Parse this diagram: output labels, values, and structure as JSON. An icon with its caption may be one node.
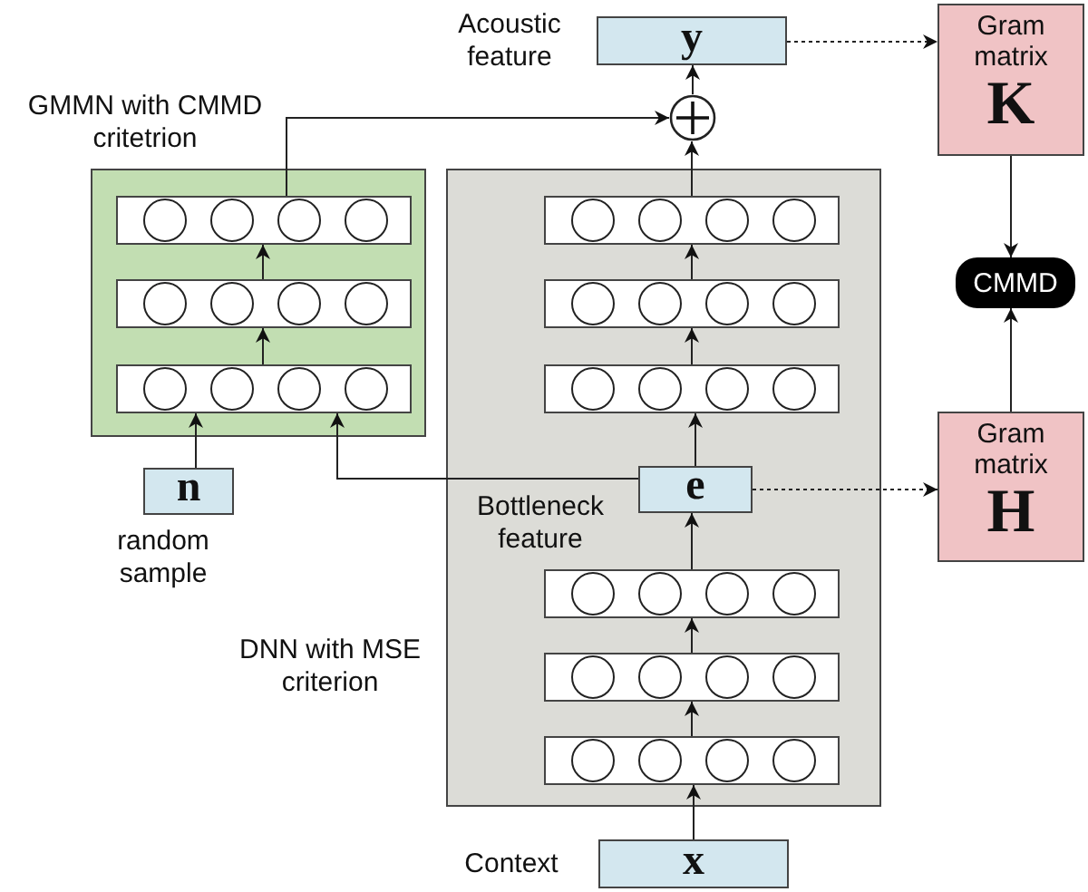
{
  "diagram": {
    "nodes": [
      {
        "text": [
          "y"
        ],
        "beside": [
          "Acoustic feature"
        ]
      },
      {
        "text": [
          "Gram matrix",
          "K"
        ]
      },
      {
        "text": [
          "GMMN with CMMD critetrion"
        ]
      },
      {
        "text": [],
        "shape": "box",
        "in": 2
      },
      {
        "text": [],
        "shape": "box",
        "in": 2
      },
      {
        "text": [],
        "shape": "box",
        "in": 2
      },
      {
        "text": [],
        "shape": "circle"
      },
      {
        "text": [
          "DNN with MSE criterion"
        ]
      },
      {
        "text": [],
        "shape": "box",
        "in": 7
      },
      {
        "text": [],
        "shape": "box",
        "in": 7
      },
      {
        "text": [],
        "shape": "box",
        "in": 7
      },
      {
        "text": [
          "CMMD"
        ]
      },
      {
        "text": [
          "n"
        ],
        "beside": [
          "random sample"
        ]
      },
      {
        "text": [
          "e"
        ],
        "beside": [
          "Bottleneck feature"
        ],
        "in": 7
      },
      {
        "text": [
          "Gram matrix",
          "H"
        ]
      },
      {
        "text": [],
        "shape": "box",
        "in": 7
      },
      {
        "text": [],
        "shape": "box",
        "in": 7
      },
      {
        "text": [],
        "shape": "box",
        "in": 7
      },
      {
        "text": [
          "x"
        ],
        "beside": [
          "Context"
        ]
      }
    ],
    "edges": [
      {
        "from": 4,
        "to": 3,
        "arrow": "to"
      },
      {
        "from": 5,
        "to": 4,
        "arrow": "to"
      },
      {
        "from": 12,
        "to": 5,
        "arrow": "to"
      },
      {
        "from": 13,
        "to": 5,
        "arrow": "to"
      },
      {
        "from": 3,
        "to": 6,
        "arrow": "to"
      },
      {
        "from": 18,
        "to": 17,
        "arrow": "to"
      },
      {
        "from": 17,
        "to": 16,
        "arrow": "to"
      },
      {
        "from": 16,
        "to": 15,
        "arrow": "to"
      },
      {
        "from": 15,
        "to": 13,
        "arrow": "to"
      },
      {
        "from": 13,
        "to": 10,
        "arrow": "to"
      },
      {
        "from": 10,
        "to": 9,
        "arrow": "to"
      },
      {
        "from": 9,
        "to": 8,
        "arrow": "to"
      },
      {
        "from": 8,
        "to": 6,
        "arrow": "to"
      },
      {
        "from": 6,
        "to": 0,
        "arrow": "to"
      },
      {
        "from": 0,
        "to": 1,
        "arrow": "to",
        "style": "dashed"
      },
      {
        "from": 13,
        "to": 14,
        "arrow": "to",
        "style": "dashed"
      },
      {
        "from": 1,
        "to": 11,
        "arrow": "to"
      },
      {
        "from": 14,
        "to": 11,
        "arrow": "to"
      }
    ]
  }
}
